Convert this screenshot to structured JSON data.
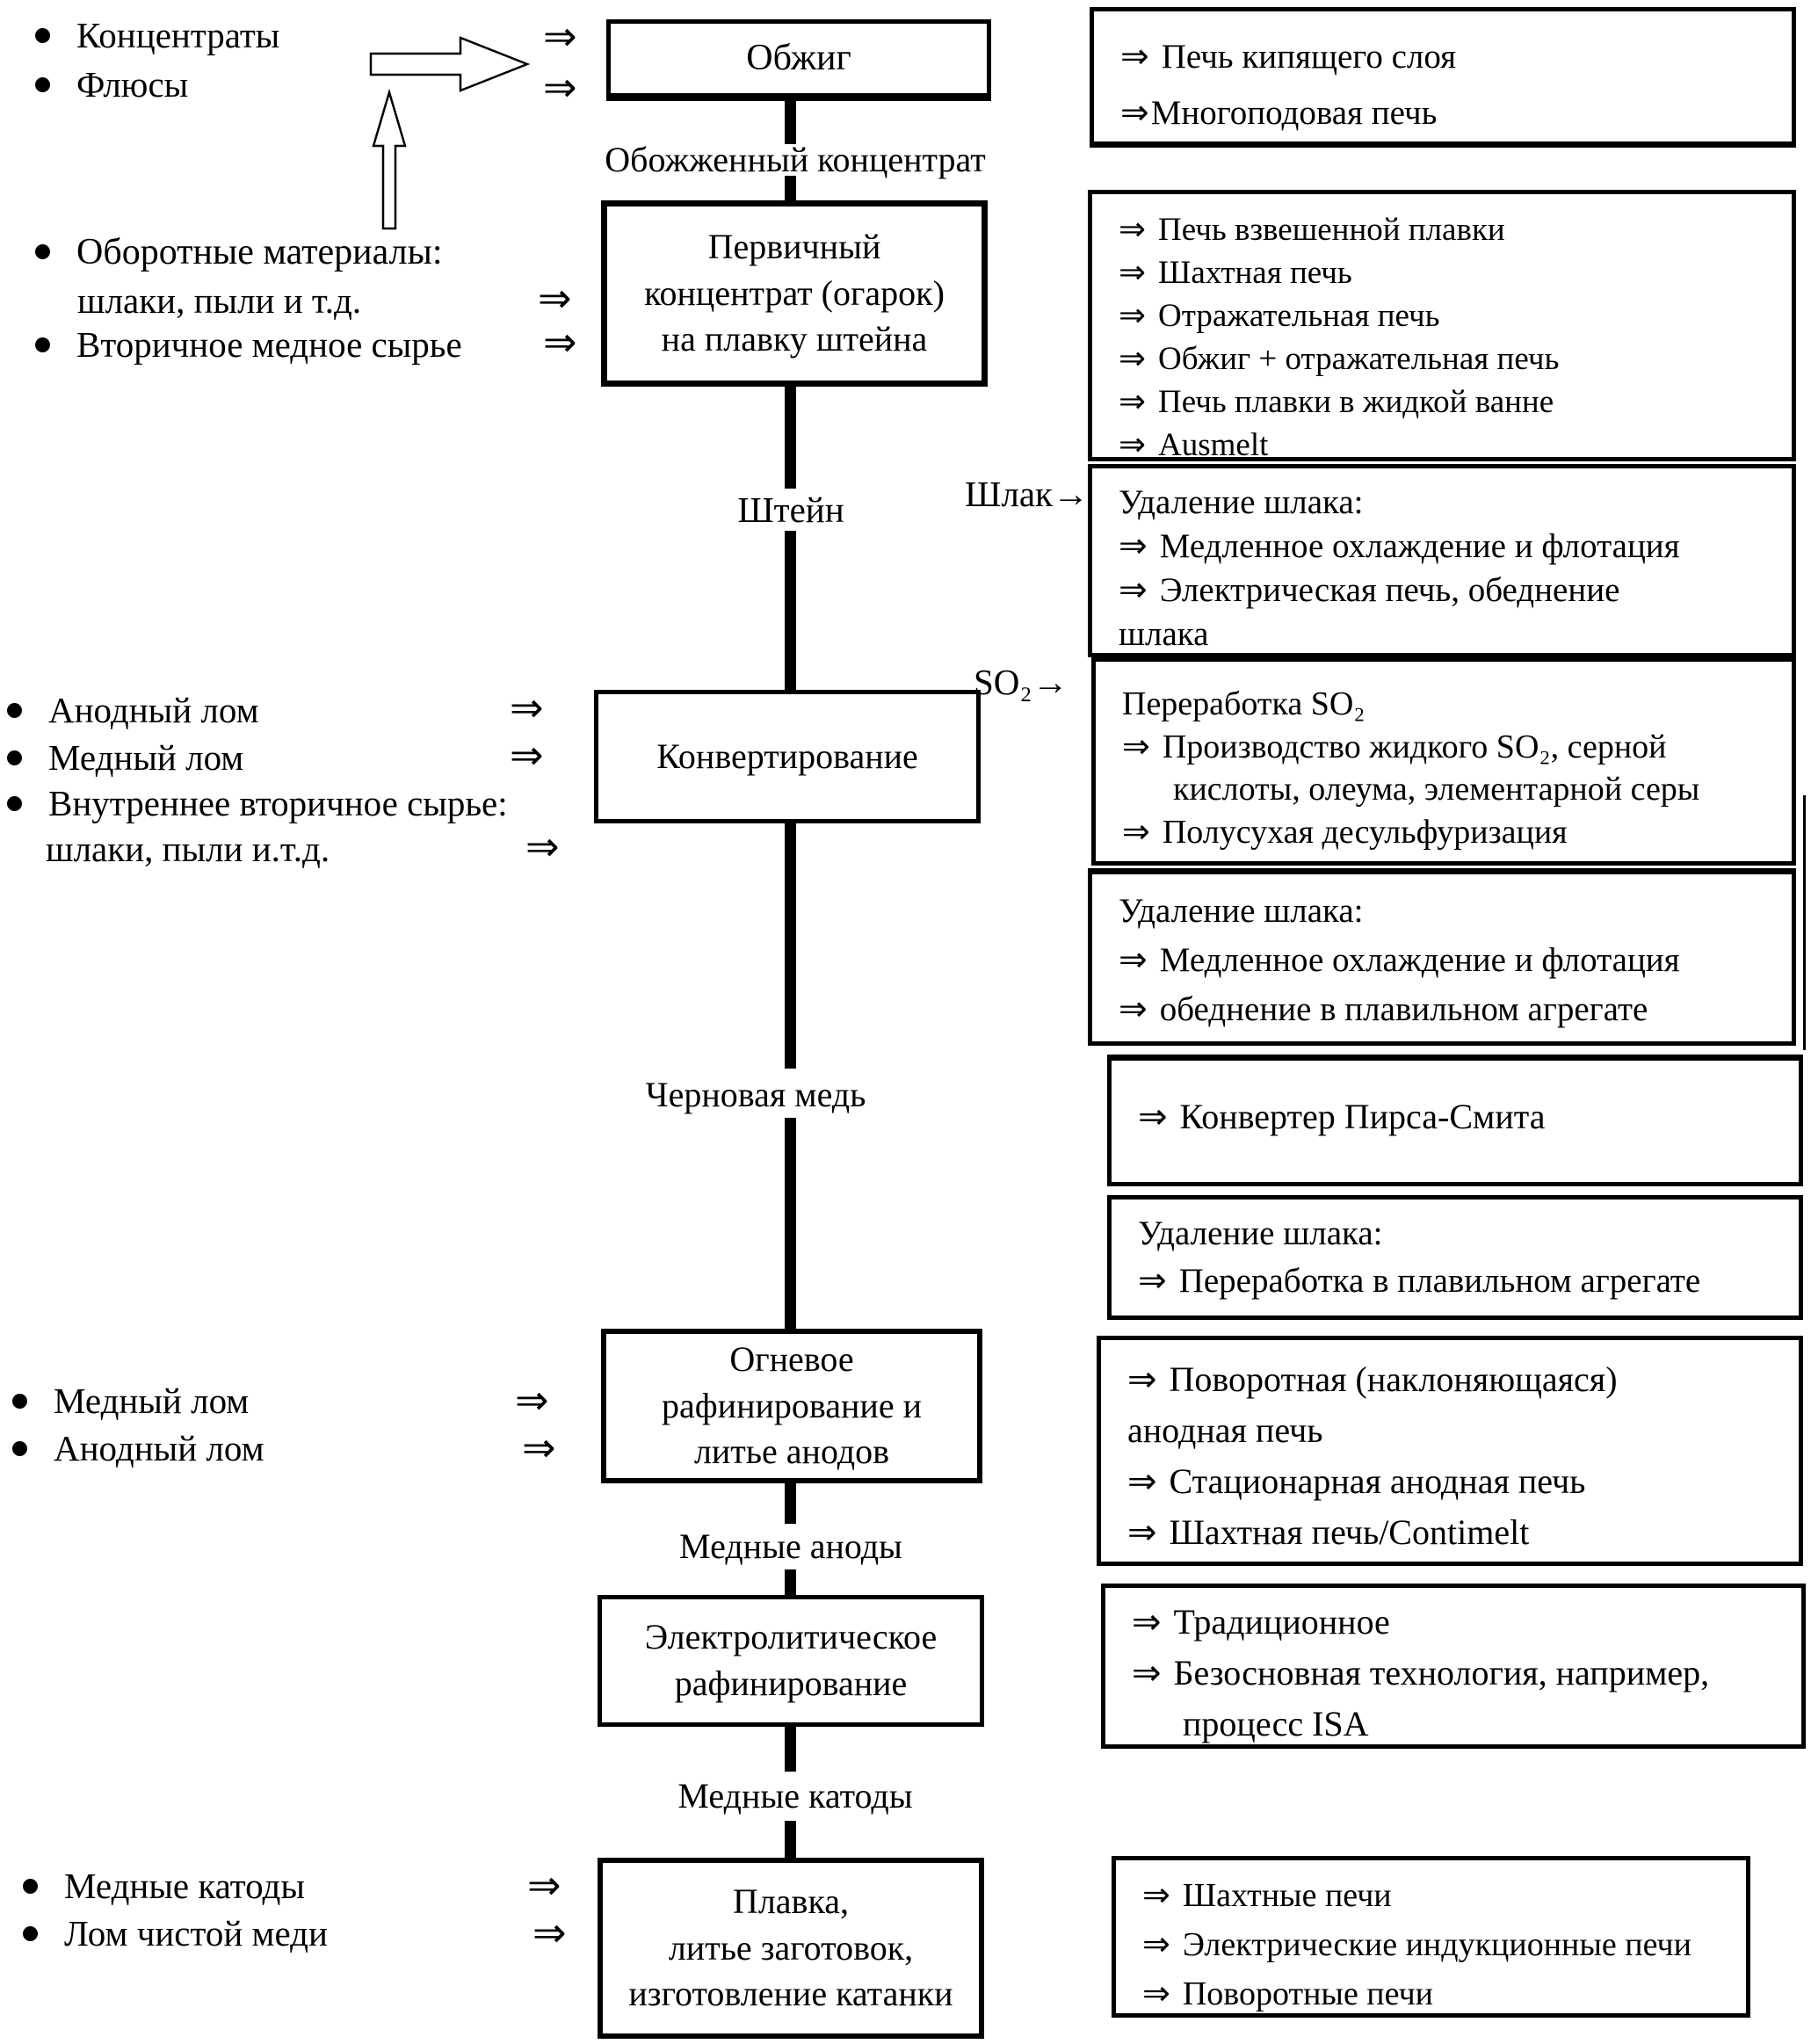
{
  "glyphs": {
    "double_arrow": "⇒",
    "bullet": ""
  },
  "left_items": [
    {
      "text": "Концентраты"
    },
    {
      "text": "Флюсы"
    },
    {
      "text": "Оборотные материалы:"
    },
    {
      "text": "шлаки, пыли и т.д."
    },
    {
      "text": "Вторичное медное сырье"
    },
    {
      "text": "Анодный лом"
    },
    {
      "text": "Медный лом"
    },
    {
      "text": "Внутреннее вторичное сырье:"
    },
    {
      "text": "шлаки, пыли и.т.д."
    },
    {
      "text": "Медный лом"
    },
    {
      "text": "Анодный лом"
    },
    {
      "text": "Медные катоды"
    },
    {
      "text": "Лом чистой меди"
    }
  ],
  "process_boxes": [
    {
      "label": "Обжиг"
    },
    {
      "label": "Первичный\nконцентрат (огарок)\nна плавку штейна"
    },
    {
      "label": "Конвертирование"
    },
    {
      "label": "Огневое\nрафинирование и\nлитье анодов"
    },
    {
      "label": "Электролитическое\nрафинирование"
    },
    {
      "label": "Плавка,\nлитье заготовок,\nизготовление катанки"
    }
  ],
  "flow_labels": [
    {
      "text": "Обожженный концентрат"
    },
    {
      "text": "Штейн"
    },
    {
      "text": "Черновая медь"
    },
    {
      "text": "Медные аноды"
    },
    {
      "text": "Медные катоды"
    }
  ],
  "side_labels": [
    {
      "text": "Шлак→"
    },
    {
      "text": "SO₂→"
    }
  ],
  "right_boxes": [
    {
      "lines": [
        {
          "arrow": "⇒",
          "text": "Печь кипящего слоя"
        },
        {
          "arrow": "⇒",
          "text": "Многоподовая печь"
        }
      ]
    },
    {
      "lines": [
        {
          "arrow": "⇒",
          "text": "Печь взвешенной плавки"
        },
        {
          "arrow": "⇒",
          "text": "Шахтная печь"
        },
        {
          "arrow": "⇒",
          "text": "Отражательная печь"
        },
        {
          "arrow": "⇒",
          "text": "Обжиг + отражательная печь"
        },
        {
          "arrow": "⇒",
          "text": "Печь плавки в жидкой ванне"
        },
        {
          "arrow": "⇒",
          "text": "Ausmelt"
        }
      ]
    },
    {
      "lines": [
        {
          "arrow": "",
          "text": "Удаление шлака:"
        },
        {
          "arrow": "⇒",
          "text": "Медленное охлаждение и флотация"
        },
        {
          "arrow": "⇒",
          "text": "Электрическая печь, обеднение"
        },
        {
          "arrow": "",
          "text": "шлака"
        }
      ]
    },
    {
      "lines": [
        {
          "arrow": "",
          "text": "Переработка SO₂"
        },
        {
          "arrow": "⇒",
          "text": "Производство жидкого SO₂, серной"
        },
        {
          "arrow": "",
          "text": "кислоты, олеума, элементарной серы"
        },
        {
          "arrow": "⇒",
          "text": "Полусухая десульфуризация"
        }
      ]
    },
    {
      "lines": [
        {
          "arrow": "",
          "text": "Удаление шлака:"
        },
        {
          "arrow": "⇒",
          "text": "Медленное охлаждение и флотация"
        },
        {
          "arrow": "⇒",
          "text": "обеднение в плавильном агрегате"
        }
      ]
    },
    {
      "lines": [
        {
          "arrow": "⇒",
          "text": "Конвертер Пирса-Смита"
        }
      ]
    },
    {
      "lines": [
        {
          "arrow": "",
          "text": "Удаление шлака:"
        },
        {
          "arrow": "⇒",
          "text": "Переработка в плавильном агрегате"
        }
      ]
    },
    {
      "lines": [
        {
          "arrow": "⇒",
          "text": "Поворотная (наклоняющаяся)"
        },
        {
          "arrow": "",
          "text": "анодная печь"
        },
        {
          "arrow": "⇒",
          "text": "Стационарная анодная печь"
        },
        {
          "arrow": "⇒",
          "text": "Шахтная печь/Contimelt"
        }
      ]
    },
    {
      "lines": [
        {
          "arrow": "⇒",
          "text": "Традиционное"
        },
        {
          "arrow": "⇒",
          "text": "Безосновная технология, например,"
        },
        {
          "arrow": "",
          "text": "процесс ISA"
        }
      ]
    },
    {
      "lines": [
        {
          "arrow": "⇒",
          "text": "Шахтные печи"
        },
        {
          "arrow": "⇒",
          "text": "Электрические индукционные печи"
        },
        {
          "arrow": "⇒",
          "text": "Поворотные печи"
        }
      ]
    }
  ]
}
